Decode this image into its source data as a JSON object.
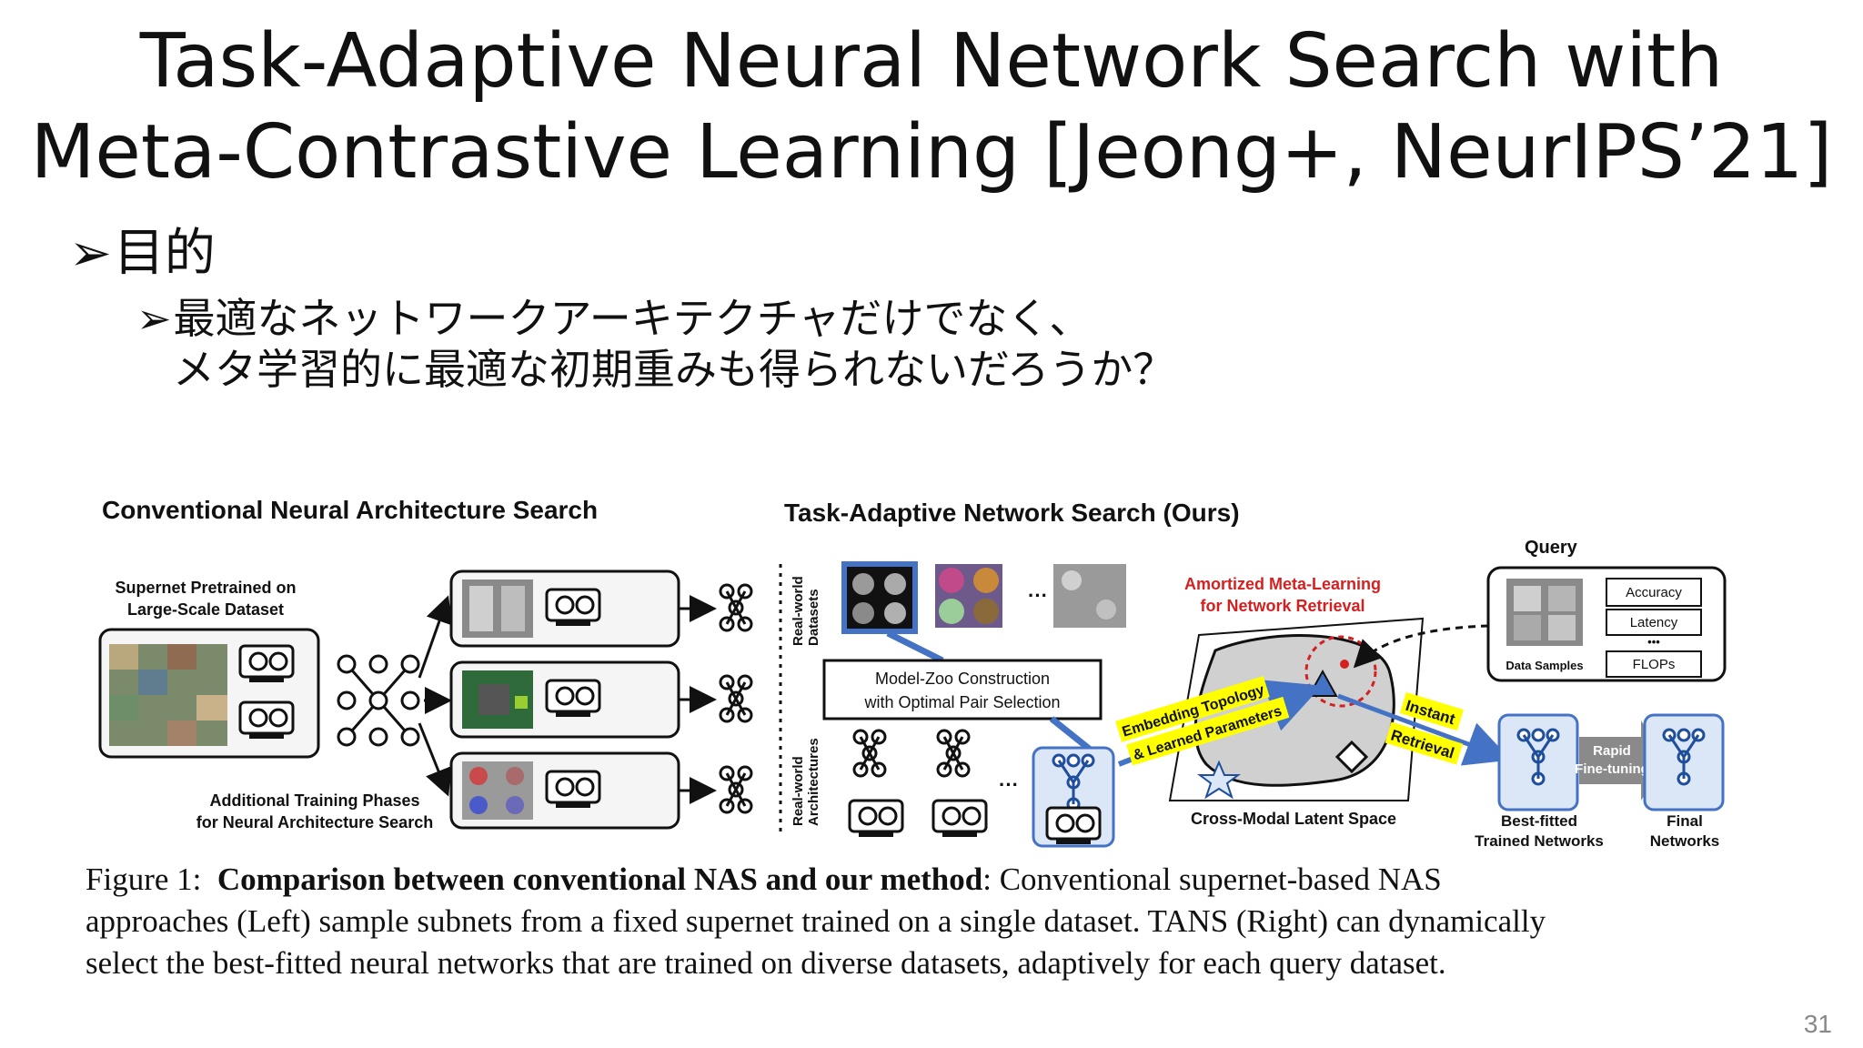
{
  "title": {
    "line1": "Task-Adaptive Neural Network Search with",
    "line2": "Meta-Contrastive Learning [Jeong+, NeurIPS’21]"
  },
  "bullets": {
    "level1_marker": "➢",
    "level1_text": "目的",
    "level2_marker": "➢",
    "level2_line1": "最適なネットワークアーキテクチャだけでなく、",
    "level2_line2": "メタ学習的に最適な初期重みも得られないだろうか？"
  },
  "figure": {
    "left_heading": "Conventional Neural Architecture Search",
    "supernet_label_line1": "Supernet Pretrained on",
    "supernet_label_line2": "Large-Scale Dataset",
    "training_label_line1": "Additional Training Phases",
    "training_label_line2": "for Neural Architecture Search",
    "right_heading": "Task-Adaptive Network Search (Ours)",
    "datasets_label_line1": "Real-world",
    "datasets_label_line2": "Datasets",
    "architectures_label_line1": "Real-world",
    "architectures_label_line2": "Architectures",
    "ellipsis": "···",
    "model_zoo_line1": "Model-Zoo Construction",
    "model_zoo_line2": "with Optimal Pair Selection",
    "amortized_line1": "Amortized Meta-Learning",
    "amortized_line2": "for Network Retrieval",
    "embedding_line1": "Embedding Topology",
    "embedding_line2": "& Learned Parameters",
    "instant_line1": "Instant",
    "instant_line2": "Retrieval",
    "latent_space_label": "Cross-Modal Latent Space",
    "query_label": "Query",
    "query_metrics": [
      "Accuracy",
      "Latency",
      "•••",
      "FLOPs"
    ],
    "data_samples_label": "Data Samples",
    "rapid_line1": "Rapid",
    "rapid_line2": "Fine-tuning",
    "best_fitted_line1": "Best-fitted",
    "best_fitted_line2": "Trained Networks",
    "final_line1": "Final",
    "final_line2": "Networks"
  },
  "caption": {
    "figure_label": "Figure 1:",
    "bold_text": "Comparison between conventional NAS and our method",
    "rest_line1": ":  Conventional supernet-based NAS",
    "line2": "approaches (Left) sample subnets from a fixed supernet trained on a single dataset.  TANS (Right) can dynamically",
    "line3": "select the best-fitted neural networks that are trained on diverse datasets, adaptively for each query dataset."
  },
  "page_number": "31",
  "colors": {
    "accent_red": "#d42020",
    "accent_blue": "#4472c4",
    "highlight_yellow": "#ffff00",
    "panel_gray": "#f3f3f3"
  }
}
